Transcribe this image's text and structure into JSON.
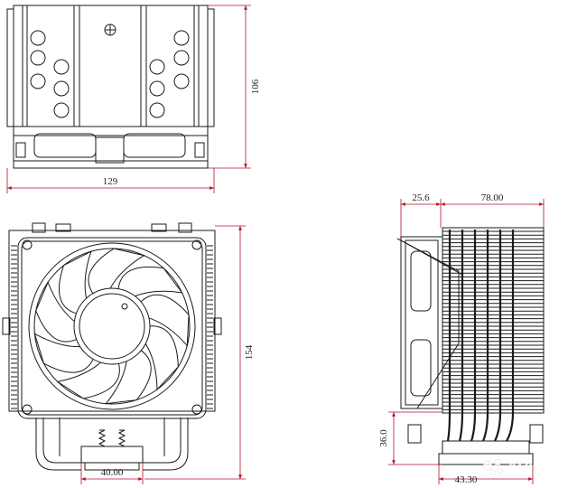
{
  "drawing": {
    "colors": {
      "line": "#1a1a1a",
      "dimension": "#b0122a",
      "paper": "#ffffff"
    }
  },
  "views": {
    "top": {
      "width_label": "129",
      "height_label": "106"
    },
    "front": {
      "height_label": "154",
      "base_label": "40.00"
    },
    "side": {
      "fan_offset_label": "25.6",
      "fin_depth_label": "78.00",
      "clearance_label": "36.0",
      "base_label": "43.30"
    }
  },
  "watermark": {
    "brand": "Avito",
    "icon": "avito-dots-logo"
  }
}
